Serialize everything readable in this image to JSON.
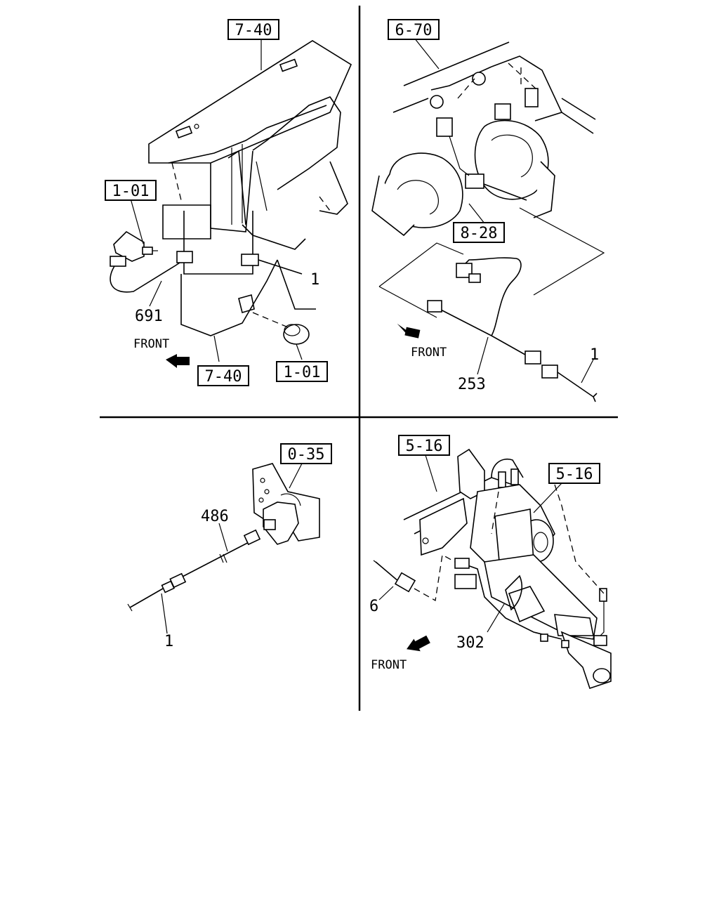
{
  "quadrants": {
    "top_left": {
      "refs": [
        "7-40",
        "1-01",
        "7-40",
        "1-01"
      ],
      "numbers": [
        "691",
        "1"
      ],
      "front": "FRONT"
    },
    "top_right": {
      "refs": [
        "6-70",
        "8-28"
      ],
      "numbers": [
        "253",
        "1"
      ],
      "front": "FRONT"
    },
    "bottom_left": {
      "refs": [
        "0-35"
      ],
      "numbers": [
        "486",
        "1"
      ]
    },
    "bottom_right": {
      "refs": [
        "5-16",
        "5-16"
      ],
      "numbers": [
        "6",
        "302"
      ],
      "front": "FRONT"
    }
  }
}
